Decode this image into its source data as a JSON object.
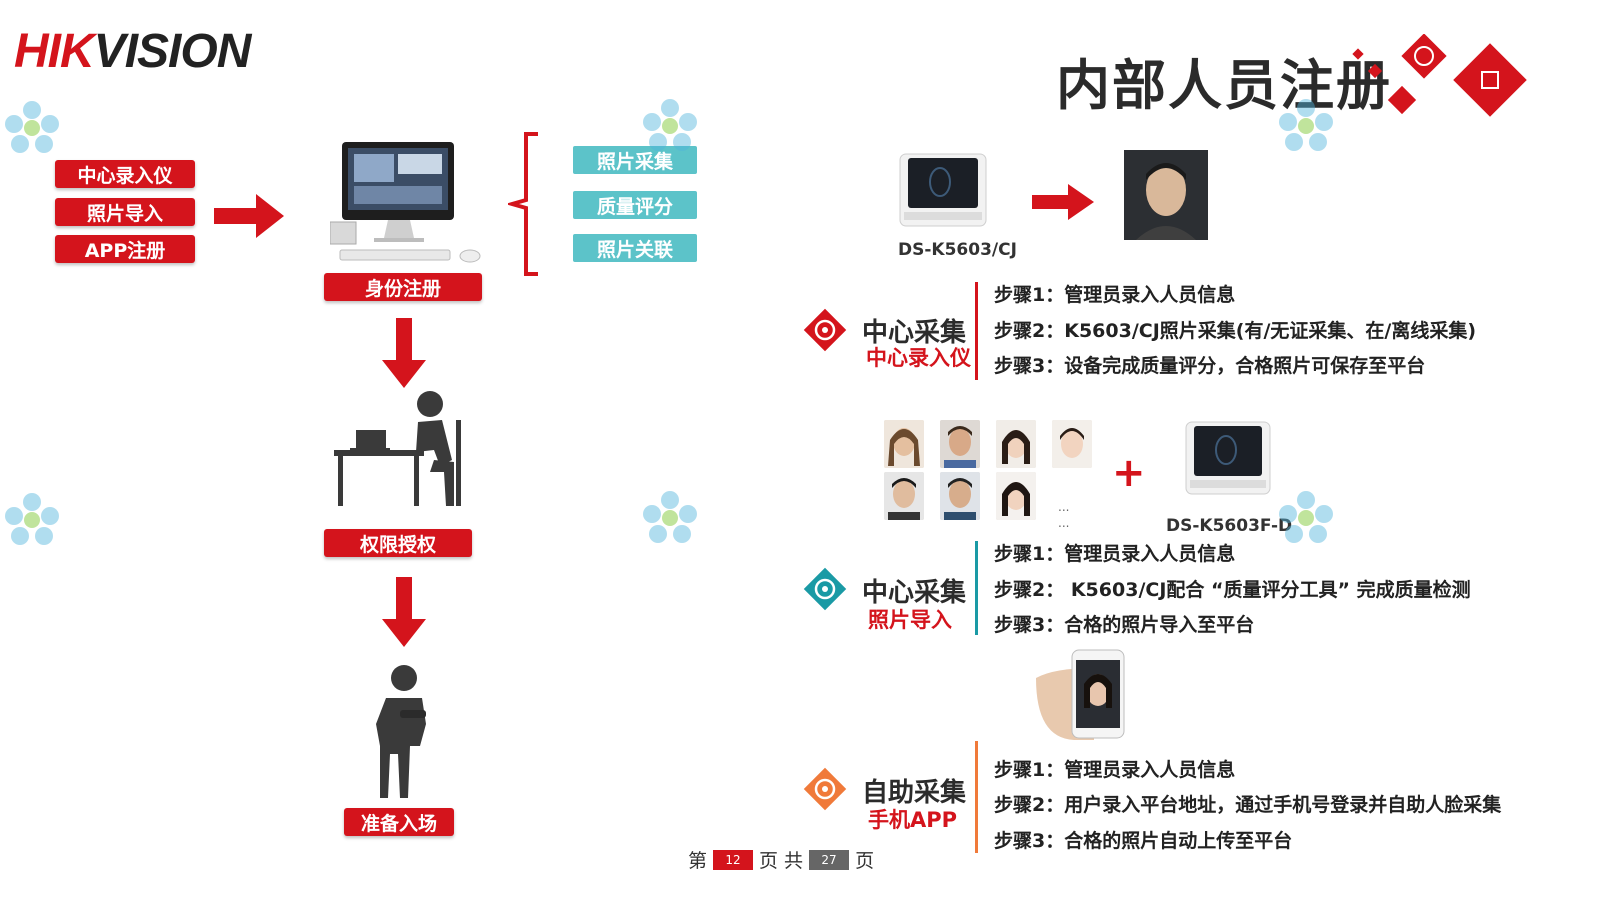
{
  "brand": {
    "logo_hik": "HIK",
    "logo_vision": "VISION"
  },
  "title": "内部人员注册",
  "sources": [
    "中心录入仪",
    "照片导入",
    "APP注册"
  ],
  "flow": {
    "identity": "身份注册",
    "permission": "权限授权",
    "enter": "准备入场"
  },
  "identity_items": [
    "照片采集",
    "质量评分",
    "照片关联"
  ],
  "device_models": {
    "top": "DS-K5603/CJ",
    "middle": "DS-K5603F-D"
  },
  "plus": "+",
  "ellipsis": "...",
  "methods": [
    {
      "label": "中心采集",
      "sub": "中心录入仪",
      "color": "#d4141c",
      "steps": [
        "步骤1：管理员录入人员信息",
        "步骤2：K5603/CJ照片采集(有/无证采集、在/离线采集)",
        "步骤3：设备完成质量评分，合格照片可保存至平台"
      ]
    },
    {
      "label": "中心采集",
      "sub": "照片导入",
      "color": "#1a9aa5",
      "steps": [
        "步骤1：管理员录入人员信息",
        "步骤2： K5603/CJ配合 “质量评分工具” 完成质量检测",
        "步骤3：合格的照片导入至平台"
      ]
    },
    {
      "label": "自助采集",
      "sub": "手机APP",
      "color": "#f07a3a",
      "steps": [
        "步骤1：管理员录入人员信息",
        "步骤2：用户录入平台地址，通过手机号登录并自助人脸采集",
        "步骤3：合格的照片自动上传至平台"
      ]
    }
  ],
  "footer": {
    "prefix": "第",
    "current": "12",
    "mid": "页 共",
    "total": "27",
    "suffix": "页"
  },
  "colors": {
    "red": "#d4141c",
    "teal": "#5cc3c9",
    "dark": "#2b2b2b"
  },
  "icons": [
    "target-icon",
    "arrow-right-icon",
    "arrow-down-icon",
    "computer-icon",
    "person-at-desk-icon",
    "person-standing-icon",
    "face-terminal-icon",
    "smartphone-icon"
  ]
}
